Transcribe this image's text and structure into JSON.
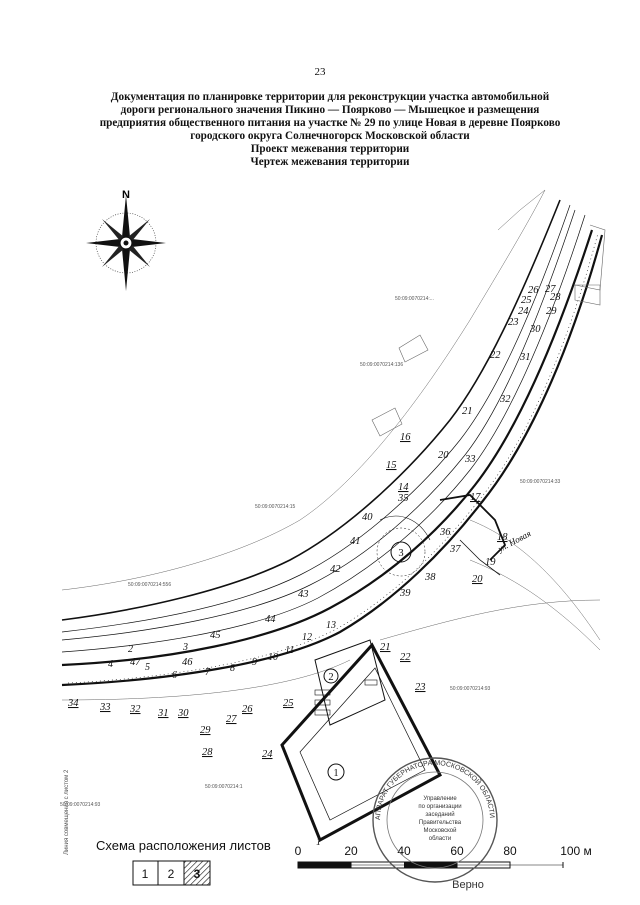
{
  "page_number": "23",
  "title_lines": [
    "Документация по планировке территории для реконструкции участка автомобильной",
    "дороги регионального значения Пикино — Поярково — Мышецкое и размещения",
    "предприятия общественного питания на участке № 29 по улице Новая в деревне Поярково",
    "городского округа Солнечногорск Московской области",
    "Проект межевания территории",
    "Чертеж межевания территории"
  ],
  "north_label": "N",
  "street_label": "ул. Новая",
  "sheet_line_label": "Линия совмещения с листом 2",
  "parcel_numbers": [
    "1",
    "2",
    "3"
  ],
  "boundary_points_left": [
    "1",
    "2",
    "3",
    "4",
    "5",
    "6",
    "7",
    "8",
    "9",
    "10",
    "11",
    "12",
    "13",
    "14",
    "15",
    "16",
    "17",
    "18",
    "19",
    "20",
    "21",
    "22",
    "23",
    "24",
    "25",
    "26",
    "27",
    "28",
    "29",
    "30",
    "31",
    "32",
    "33",
    "34"
  ],
  "boundary_points_right": [
    "35",
    "36",
    "37",
    "38",
    "39",
    "40",
    "41",
    "42",
    "43",
    "44",
    "45",
    "46",
    "47"
  ],
  "faint_labels": [
    "50:09:0070214:...",
    "50:09:0070214:1",
    "50:09:0070214:15",
    "50:09:0070214:33",
    "50:09:0070214:556",
    "50:09:0070214:93",
    "50:09:0070214:136"
  ],
  "legend": {
    "title": "Схема расположения листов",
    "sheets": [
      "1",
      "2",
      "3"
    ]
  },
  "scale_bar": {
    "ticks": [
      "0",
      "20",
      "40",
      "60",
      "80"
    ],
    "end_label": "100 м"
  },
  "stamp": {
    "lines": [
      "Управление",
      "по организации",
      "заседаний",
      "Правительства",
      "Московской",
      "области"
    ],
    "ring_text": "АППАРАТ ГУБЕРНАТОРА МОСКОВСКОЙ ОБЛАСТИ"
  },
  "verified_label": "Верно",
  "colors": {
    "line": "#111111",
    "faint": "#777777"
  }
}
